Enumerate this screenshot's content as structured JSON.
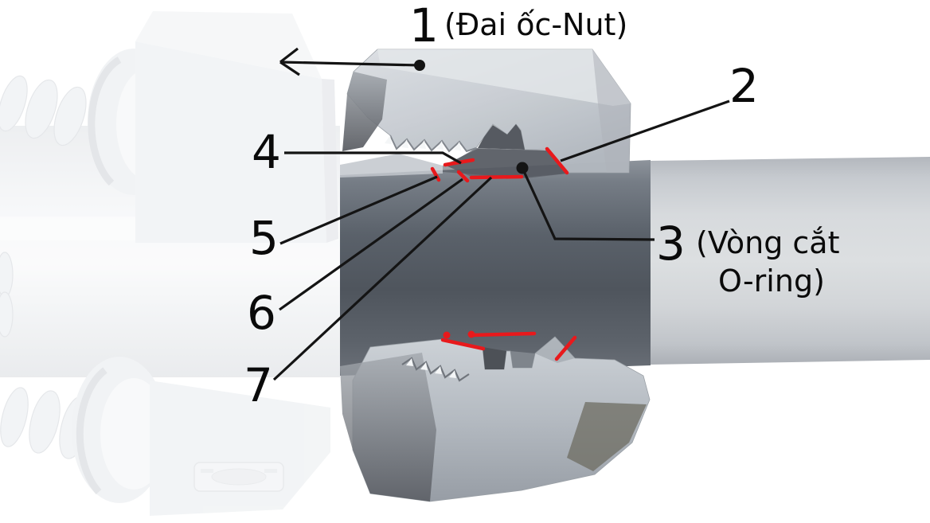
{
  "colors": {
    "background": "#ffffff",
    "highlight_red": "#e8191c",
    "leader_black": "#141414",
    "tube_dark": "#565c64",
    "metal_light": "#ccd1d7"
  },
  "callouts": {
    "c1": {
      "number": "1",
      "label": "(Đai ốc-Nut)"
    },
    "c2": {
      "number": "2"
    },
    "c3": {
      "number": "3",
      "label_line1": "(Vòng cắt",
      "label_line2": "O-ring)"
    },
    "c4": {
      "number": "4"
    },
    "c5": {
      "number": "5"
    },
    "c6": {
      "number": "6"
    },
    "c7": {
      "number": "7"
    }
  }
}
